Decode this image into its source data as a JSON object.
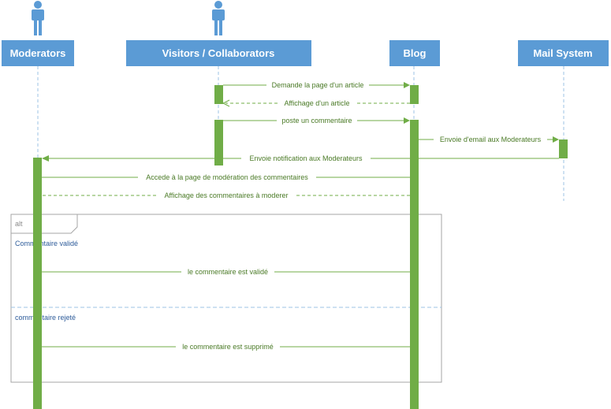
{
  "colors": {
    "header_fill": "#5b9bd5",
    "header_text": "#ffffff",
    "lifeline": "#9dc3e6",
    "activation": "#70ad47",
    "message": "#70ad47",
    "message_text": "#4a7a26",
    "frame_border": "#a6a6a6",
    "frame_separator": "#9dc3e6",
    "guard_text": "#2e5c9a",
    "actor_icon": "#5b9bd5"
  },
  "participants": [
    {
      "id": "moderators",
      "label": "Moderators",
      "actor_icon": "person-icon"
    },
    {
      "id": "visitors",
      "label": "Visitors / Collaborators",
      "actor_icon": "person-icon"
    },
    {
      "id": "blog",
      "label": "Blog",
      "actor_icon": null
    },
    {
      "id": "mail",
      "label": "Mail System",
      "actor_icon": null
    }
  ],
  "messages": [
    {
      "from": "visitors",
      "to": "blog",
      "label": "Demande la page d'un article",
      "style": "solid"
    },
    {
      "from": "blog",
      "to": "visitors",
      "label": "Affichage d'un article",
      "style": "dashed"
    },
    {
      "from": "visitors",
      "to": "blog",
      "label": "poste un commentaire",
      "style": "solid"
    },
    {
      "from": "blog",
      "to": "mail",
      "label": "Envoie d'email aux Moderateurs",
      "style": "solid"
    },
    {
      "from": "mail",
      "to": "moderators",
      "label": "Envoie notification aux Moderateurs",
      "style": "solid"
    },
    {
      "from": "moderators",
      "to": "blog",
      "label": "Accede à la page de modération des commentaires",
      "style": "solid"
    },
    {
      "from": "blog",
      "to": "moderators",
      "label": "Affichage des commentaires à moderer",
      "style": "dashed"
    },
    {
      "from": "moderators",
      "to": "blog",
      "label": "le commentaire est validé",
      "style": "solid"
    },
    {
      "from": "moderators",
      "to": "blog",
      "label": "le commentaire est supprimé",
      "style": "solid"
    }
  ],
  "alt_frame": {
    "operator": "alt",
    "guards": [
      "Commentaire validé",
      "commentaire rejeté"
    ]
  }
}
